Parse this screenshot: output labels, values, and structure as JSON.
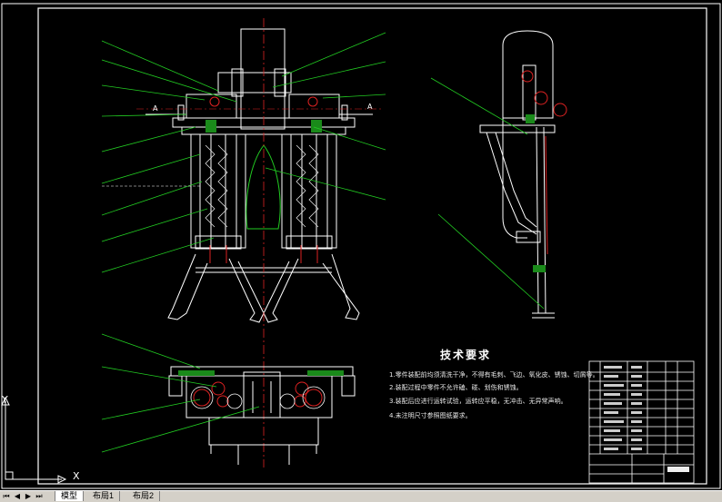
{
  "drawing": {
    "section_marker": "A",
    "tech_requirements_title": "技术要求",
    "tech_requirements": [
      "1.零件装配前均须清洗干净，不得有毛刺、飞边、氧化皮、锈蚀、切屑等。",
      "2.装配过程中零件不允许磕、碰、划伤和锈蚀。",
      "3.装配后应进行运转试验，运转应平稳，无冲击、无异常声响。",
      "4.未注明尺寸参照图纸要求。"
    ]
  },
  "ucs": {
    "x_label": "X",
    "y_label": "Y"
  },
  "tabs": {
    "items": [
      {
        "label": "模型",
        "active": true
      },
      {
        "label": "布局1",
        "active": false
      },
      {
        "label": "布局2",
        "active": false
      }
    ]
  },
  "colors": {
    "background": "#000000",
    "line_white": "#ffffff",
    "leader_green": "#22cc22",
    "center_red": "#dd2222",
    "tabbar": "#d4d0c8"
  }
}
